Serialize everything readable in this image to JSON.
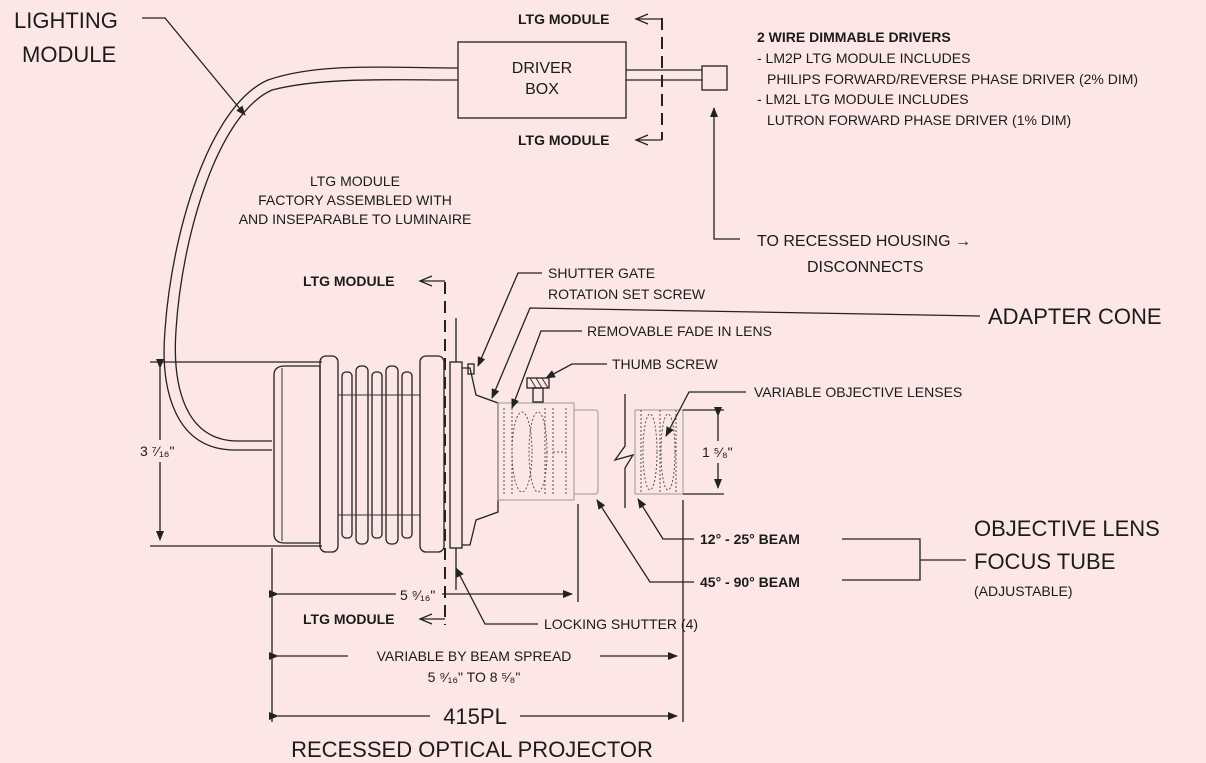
{
  "labels": {
    "lighting_module_1": "LIGHTING",
    "lighting_module_2": "MODULE",
    "ltg_module": "LTG MODULE",
    "driver_box_1": "DRIVER",
    "driver_box_2": "BOX",
    "drivers_title": "2 WIRE DIMMABLE DRIVERS",
    "drivers_line1": "- LM2P LTG MODULE INCLUDES",
    "drivers_line2": "PHILIPS FORWARD/REVERSE PHASE DRIVER (2% DIM)",
    "drivers_line3": "- LM2L LTG MODULE INCLUDES",
    "drivers_line4": "LUTRON FORWARD PHASE DRIVER (1% DIM)",
    "factory_1": "LTG MODULE",
    "factory_2": "FACTORY ASSEMBLED WITH",
    "factory_3": "AND INSEPARABLE TO LUMINAIRE",
    "housing_1": "TO RECESSED HOUSING →",
    "housing_2": "DISCONNECTS",
    "shutter_gate_1": "SHUTTER GATE",
    "shutter_gate_2": "ROTATION SET SCREW",
    "adapter_cone": "ADAPTER CONE",
    "fade_lens": "REMOVABLE FADE IN LENS",
    "thumb_screw": "THUMB SCREW",
    "objective_lenses": "VARIABLE OBJECTIVE LENSES",
    "dim_height": "3 ⁷⁄₁₆\"",
    "dim_tube": "1 ⁵⁄₈\"",
    "beam_narrow": "12° - 25° BEAM",
    "beam_wide": "45° - 90° BEAM",
    "focus_1": "OBJECTIVE LENS",
    "focus_2": "FOCUS TUBE",
    "focus_3": "(ADJUSTABLE)",
    "dim_length": "5 ⁹⁄₁₆\"",
    "locking_shutter": "LOCKING SHUTTER (4)",
    "variable_1": "VARIABLE BY BEAM SPREAD",
    "variable_2": "5 ⁹⁄₁₆\" TO 8 ⁵⁄₈\"",
    "model": "415PL",
    "product_name": "RECESSED OPTICAL PROJECTOR"
  }
}
